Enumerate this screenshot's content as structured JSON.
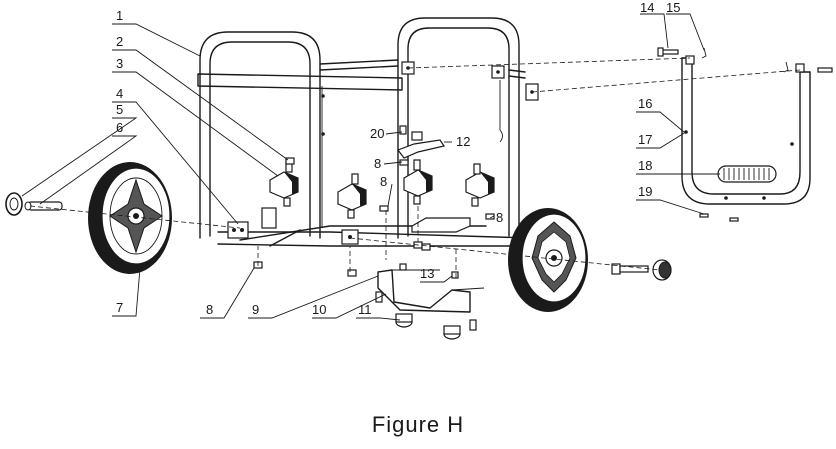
{
  "figure": {
    "caption": "Figure H"
  },
  "callouts": [
    {
      "id": "c1",
      "label": "1"
    },
    {
      "id": "c2",
      "label": "2"
    },
    {
      "id": "c3",
      "label": "3"
    },
    {
      "id": "c4",
      "label": "4"
    },
    {
      "id": "c5",
      "label": "5"
    },
    {
      "id": "c6",
      "label": "6"
    },
    {
      "id": "c7",
      "label": "7"
    },
    {
      "id": "c8a",
      "label": "8"
    },
    {
      "id": "c9",
      "label": "9"
    },
    {
      "id": "c10",
      "label": "10"
    },
    {
      "id": "c11",
      "label": "11"
    },
    {
      "id": "c13",
      "label": "13"
    },
    {
      "id": "c8b",
      "label": "8"
    },
    {
      "id": "c8c",
      "label": "8"
    },
    {
      "id": "c20",
      "label": "20"
    },
    {
      "id": "c8d",
      "label": "8"
    },
    {
      "id": "c12",
      "label": "12"
    },
    {
      "id": "c14",
      "label": "14"
    },
    {
      "id": "c15",
      "label": "15"
    },
    {
      "id": "c16",
      "label": "16"
    },
    {
      "id": "c17",
      "label": "17"
    },
    {
      "id": "c18",
      "label": "18"
    },
    {
      "id": "c19",
      "label": "19"
    }
  ]
}
